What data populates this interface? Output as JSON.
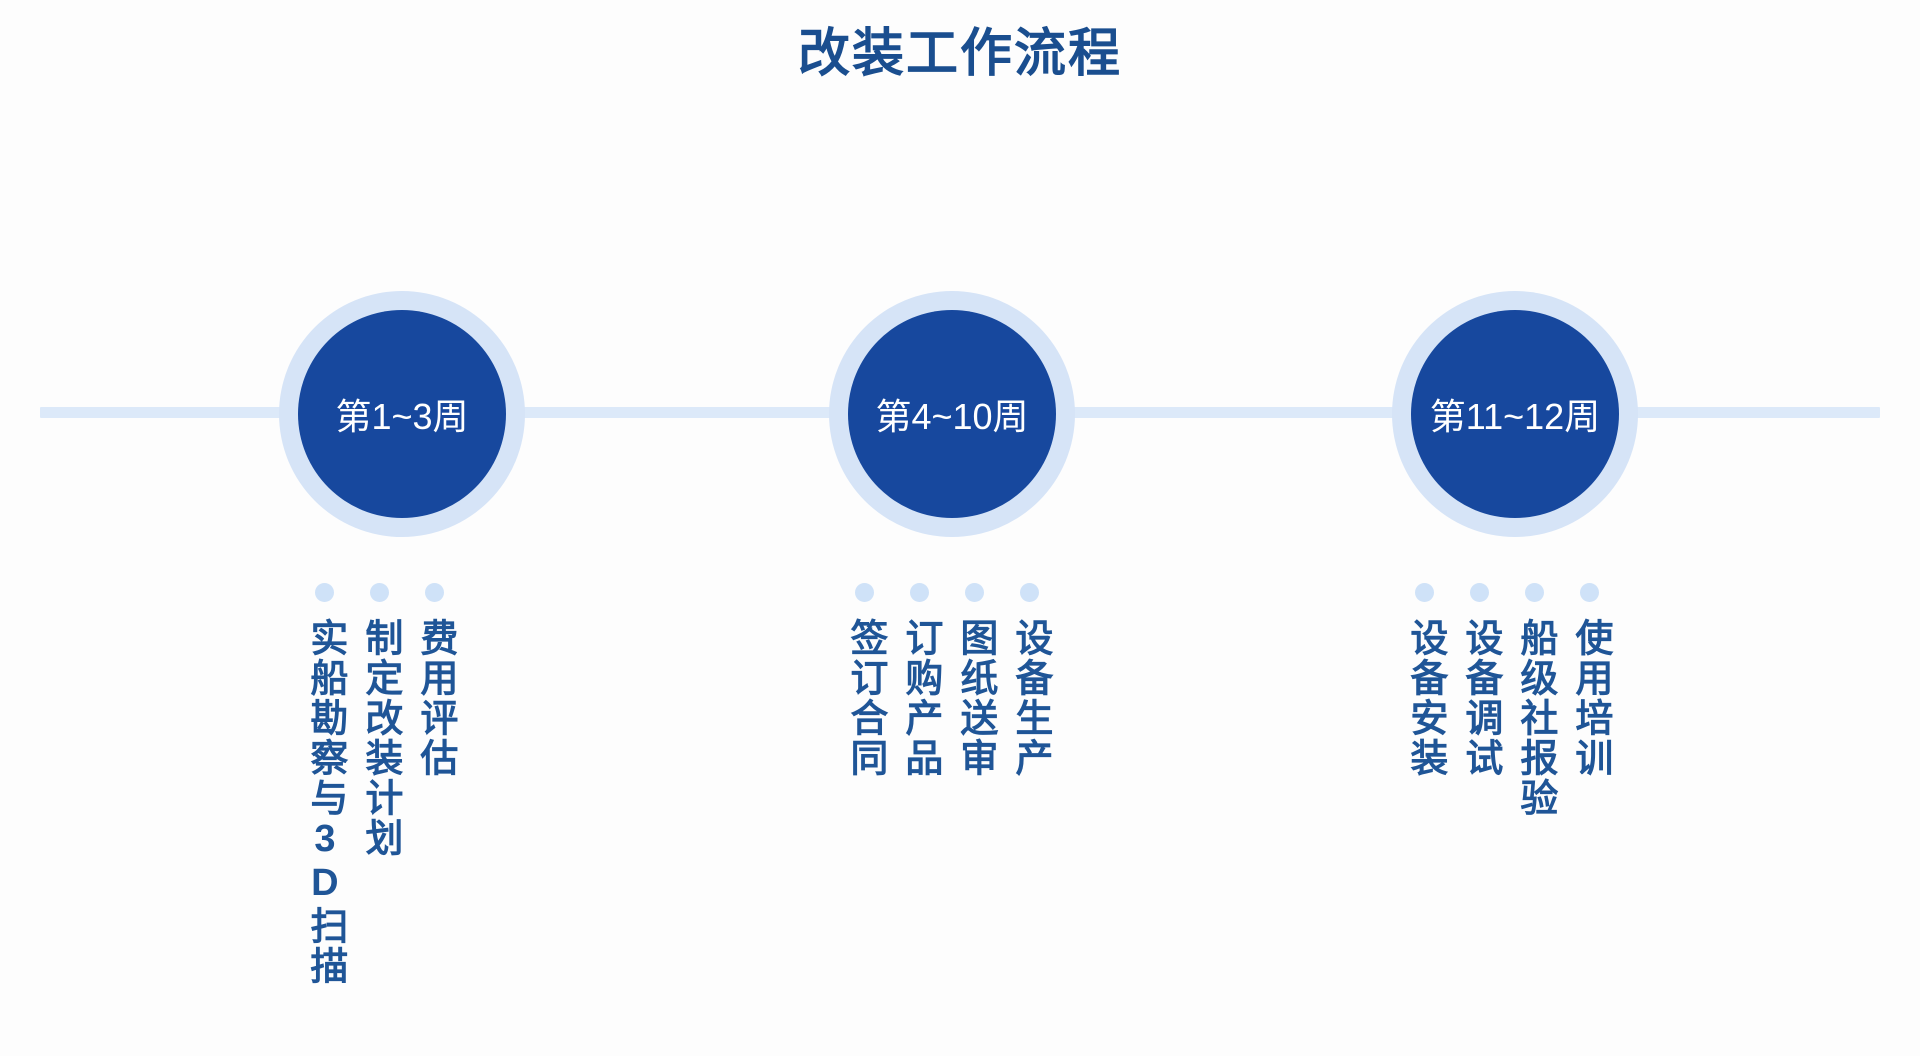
{
  "title": "改装工作流程",
  "colors": {
    "background": "#FDFDFD",
    "title_text": "#1A4E8F",
    "rail": "#DCE9F9",
    "circle_ring": "#D6E4F7",
    "circle_fill": "#17489E",
    "circle_text": "#FFFFFF",
    "dot": "#CFE2F8",
    "label_text": "#1F5597"
  },
  "phases": [
    {
      "id": "phase-1",
      "badge": "第1~3周",
      "tasks": [
        {
          "label": "费用评估"
        },
        {
          "label": "制定改装计划"
        },
        {
          "label": "实船勘察与3D扫描"
        }
      ]
    },
    {
      "id": "phase-2",
      "badge": "第4~10周",
      "tasks": [
        {
          "label": "设备生产"
        },
        {
          "label": "图纸送审"
        },
        {
          "label": "订购产品"
        },
        {
          "label": "签订合同"
        }
      ]
    },
    {
      "id": "phase-3",
      "badge": "第11~12周",
      "tasks": [
        {
          "label": "使用培训"
        },
        {
          "label": "船级社报验"
        },
        {
          "label": "设备调试"
        },
        {
          "label": "设备安装"
        }
      ]
    }
  ]
}
